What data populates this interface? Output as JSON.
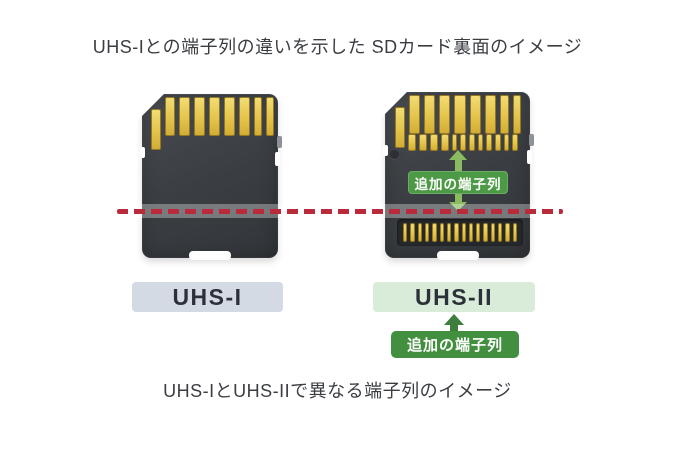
{
  "title": "UHS-Iとの端子列の違いを示した SDカード裏面のイメージ",
  "caption": "UHS-IとUHS-IIで異なる端子列のイメージ",
  "cards": {
    "uhs1": {
      "label": "UHS-I",
      "pin_rows": {
        "row1": {
          "count": 9,
          "offset_first": true,
          "narrow_last": 2
        }
      }
    },
    "uhs2": {
      "label": "UHS-II",
      "annotation_label": "追加の端子列",
      "pin_rows": {
        "row1": {
          "count": 9,
          "offset_first": true,
          "narrow_last": 2
        },
        "row2": {
          "count": 12,
          "wide_first": 4
        },
        "row3": {
          "count": 16
        }
      }
    }
  },
  "bottom_annotation": "追加の端子列",
  "colors": {
    "dash_red": "#b92b3b",
    "pin_gold": "#e4c44c",
    "card_body": "#3b3f44",
    "green_box": "#4c9a46",
    "green_box_dark": "#42903f",
    "arrow_light": "#8abb60",
    "arrow_dark": "#3e7d3c",
    "uhs1_badge": "#d4dae3",
    "uhs2_badge": "#d9ebd9"
  }
}
